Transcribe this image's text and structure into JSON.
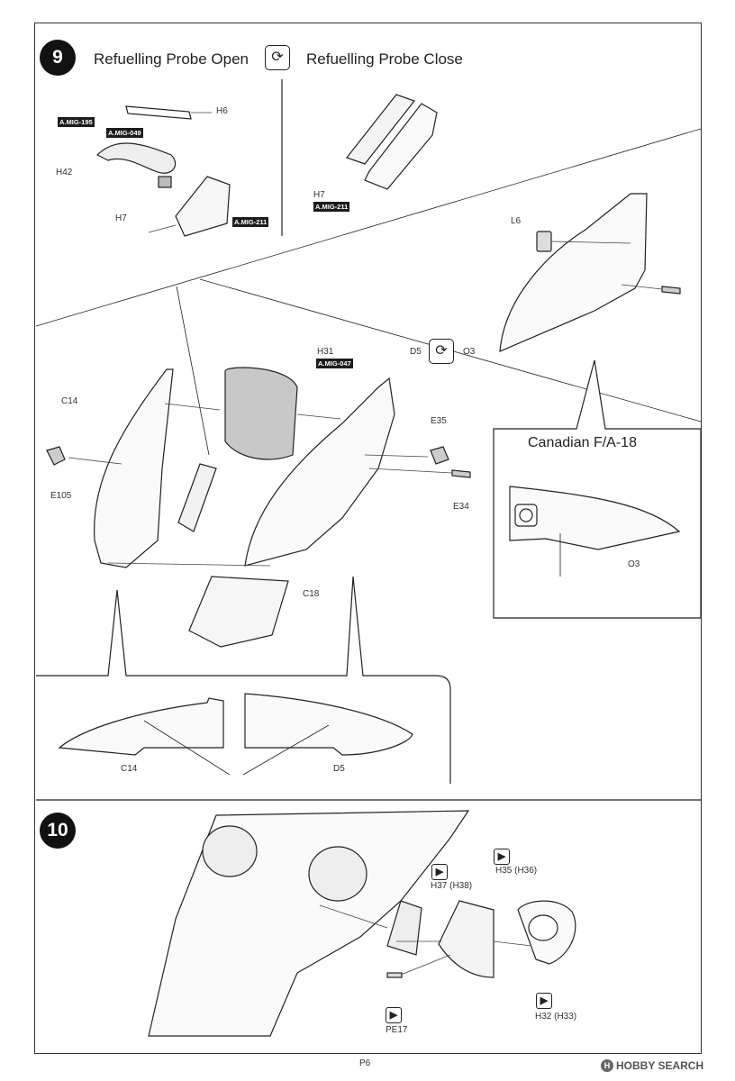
{
  "step9": {
    "number": "9",
    "title_open": "Refuelling Probe Open",
    "title_close": "Refuelling Probe Close",
    "flip_icon": "flip-icon",
    "labels": {
      "h6": "H6",
      "h42": "H42",
      "h7a": "H7",
      "h7b": "H7",
      "l6": "L6",
      "o3": "O3",
      "c14": "C14",
      "h31": "H31",
      "d5": "D5",
      "e35": "E35",
      "e105": "E105",
      "e34": "E34",
      "c18": "C18",
      "c14b": "C14",
      "d5b": "D5",
      "o3b": "O3"
    },
    "codes": {
      "a195": "A.MIG-195",
      "a049": "A.MIG-049",
      "a211a": "A.MIG-211",
      "a211b": "A.MIG-211",
      "a047": "A.MIG-047"
    },
    "canadian": "Canadian F/A-18"
  },
  "step10": {
    "number": "10",
    "labels": {
      "h35": "H35 (H36)",
      "h37": "H37 (H38)",
      "h32": "H32 (H33)",
      "pe17": "PE17"
    }
  },
  "footer": {
    "page": "P6",
    "watermark": "HOBBY SEARCH"
  }
}
